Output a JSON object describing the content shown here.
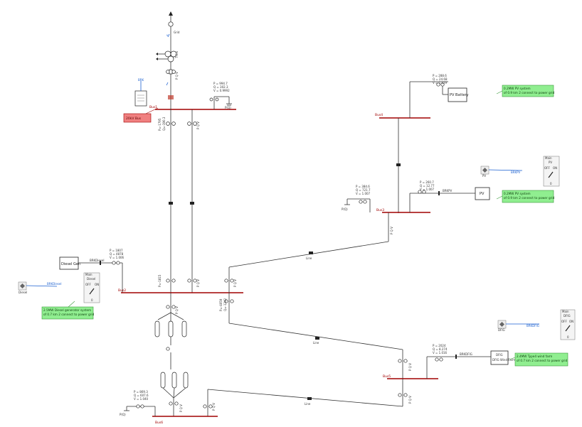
{
  "buses": {
    "bus1": "Bus1",
    "bus2": "Bus2",
    "bus3": "Bus3",
    "bus4": "Bus4",
    "bus5": "Bus5",
    "bus6": "Bus6"
  },
  "nodes": {
    "grid": "Grid",
    "diesel_gen": "Diesel Gen",
    "pv_battery": "PV Battery",
    "pv": "PV",
    "dfig_wind": "DFIG Wind Farm",
    "dfig_ctrl": "DFIG",
    "pv_ctrl": "PV",
    "diesel_ctrl": "Diesel"
  },
  "warning": "20kV Bus",
  "notes": {
    "pv_system_1": "0.2MW PV system",
    "pv_system_1b": "of 0.9 km 2 connect to power grid",
    "pv_system_2": "0.2MW PV system",
    "pv_system_2b": "of 0.9 km 2 connect to power grid",
    "diesel_system": "2.5MW Diesel generator system",
    "diesel_systemb": "of 0.7 km 2 connect to power grid",
    "wind_system": "2.4MW Type4 wind farm",
    "wind_systemb": "of 0.7 km 2 connect to power grid"
  },
  "flows": {
    "bus4_top": [
      "P = 288.6",
      "Q = 24.68",
      "V = 1.029"
    ],
    "bus1_load": [
      "P = 994.7",
      "Q = 302.3",
      "V = 0.9992"
    ],
    "bus3_left": [
      "P = 384.6",
      "Q = 721.7",
      "V = 1.007"
    ],
    "bus3_right": [
      "P = 260.7",
      "Q = 12.77",
      "V = 1.007"
    ],
    "diesel": [
      "P = 1807",
      "Q = 4878",
      "V = 1.006"
    ],
    "wind": [
      "P = 2024",
      "Q = 8.274",
      "V = 1.016"
    ],
    "bus6_load": [
      "P = 869.3",
      "Q = 607.6",
      "V = 1.040"
    ]
  },
  "switches": {
    "pv_sw": "BRKPV",
    "diesel_sw": "BRKDiesel",
    "dfig_sw": "BRKDFIG"
  },
  "meters": {
    "diesel_meter": "Diesel",
    "pv_meter": "PV",
    "dfig_meter": "DFIG",
    "meter_title": "Main",
    "off": "OFF",
    "on": "ON",
    "zero": "0"
  },
  "signals": {
    "pv_ref": "BRKPV",
    "diesel_ref": "BRKDiesel",
    "dfig_ref": "BRKDFIG"
  }
}
